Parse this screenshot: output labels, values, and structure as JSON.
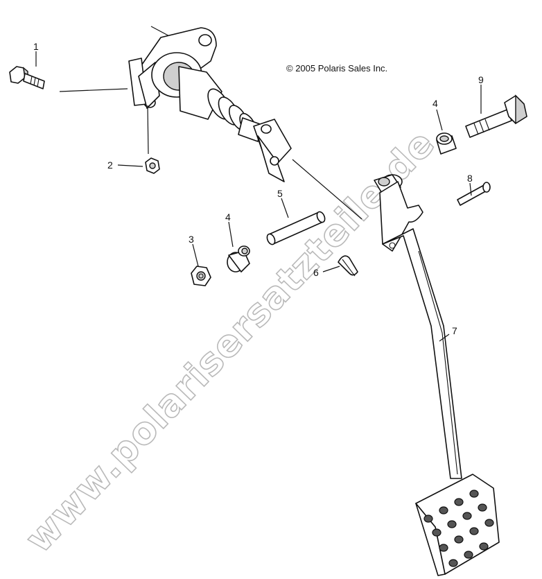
{
  "diagram": {
    "copyright": "© 2005 Polaris Sales Inc.",
    "watermark": "www.polarisersatzteile.de",
    "callouts": [
      "1",
      "2",
      "3",
      "4",
      "5",
      "4",
      "6",
      "7",
      "8",
      "9"
    ]
  }
}
